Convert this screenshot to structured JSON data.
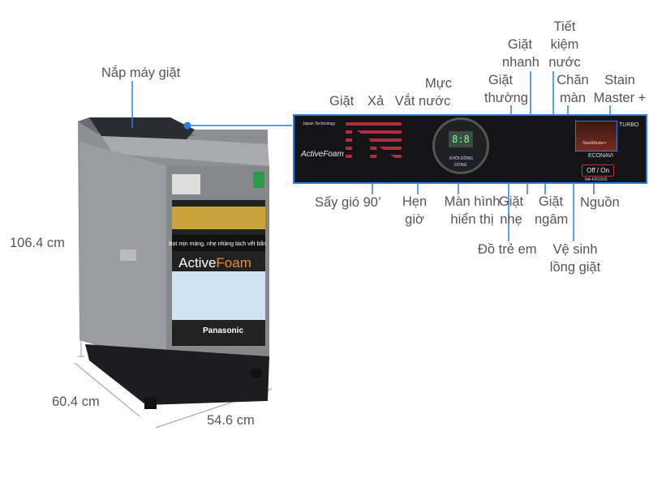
{
  "dimensions": {
    "height": "106.4 cm",
    "depth": "60.4 cm",
    "width": "54.6 cm"
  },
  "labels": {
    "lid": "Nắp máy giặt",
    "wash": "Giặt",
    "rinse": "Xả",
    "water_level_1": "Mực",
    "spin_water": "Vắt nước",
    "normal_1": "Giặt",
    "normal_2": "thường",
    "quick_1": "Giặt",
    "quick_2": "nhanh",
    "eco_1": "Tiết",
    "eco_2": "kiệm",
    "eco_3": "nước",
    "blanket_1": "Chăn",
    "blanket_2": "màn",
    "stain_1": "Stain",
    "stain_2": "Master +",
    "air_dry": "Sấy gió 90’",
    "timer_1": "Hẹn",
    "timer_2": "giờ",
    "display_1": "Màn hình",
    "display_2": "hiển thị",
    "delicate_1": "Giặt",
    "delicate_2": "nhẹ",
    "soak_1": "Giặt",
    "soak_2": "ngâm",
    "power": "Nguồn",
    "baby": "Đồ trẻ em",
    "tub_clean_1": "Vệ sinh",
    "tub_clean_2": "lồng giặt"
  },
  "panel": {
    "japan": "Japan Technology",
    "activefoam": "ActiveFoam",
    "display_digits": "8:8",
    "start": "KHỞI ĐỘNG",
    "stop": "DỪNG",
    "econavi": "ECONAVI",
    "power_button": "Off / On",
    "turbo": "TURBO",
    "stainmaster": "StainMaster+",
    "model": "NA-FD10VS"
  },
  "colors": {
    "accent_line": "#2a7de1",
    "text": "#555555",
    "panel_bg": "#141416",
    "led_red": "#e0364a"
  }
}
